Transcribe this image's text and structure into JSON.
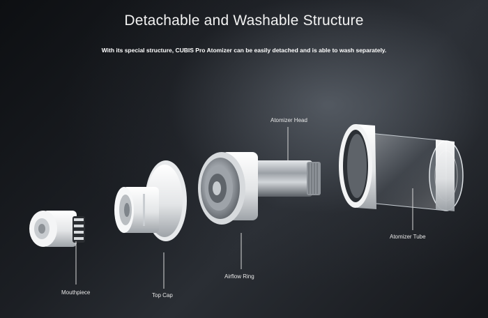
{
  "title": "Detachable and Washable Structure",
  "subtitle": "With its special structure, CUBIS Pro Atomizer can be easily detached and is able to wash separately.",
  "labels": {
    "mouthpiece": "Mouthpiece",
    "top_cap": "Top Cap",
    "airflow_ring": "Airflow Ring",
    "atomizer_head": "Atomizer Head",
    "atomizer_tube": "Atomizer Tube"
  },
  "colors": {
    "background": "#15171b",
    "text": "#ffffff",
    "part_white": "#e9ebec",
    "metal": "#a9aeb3"
  }
}
